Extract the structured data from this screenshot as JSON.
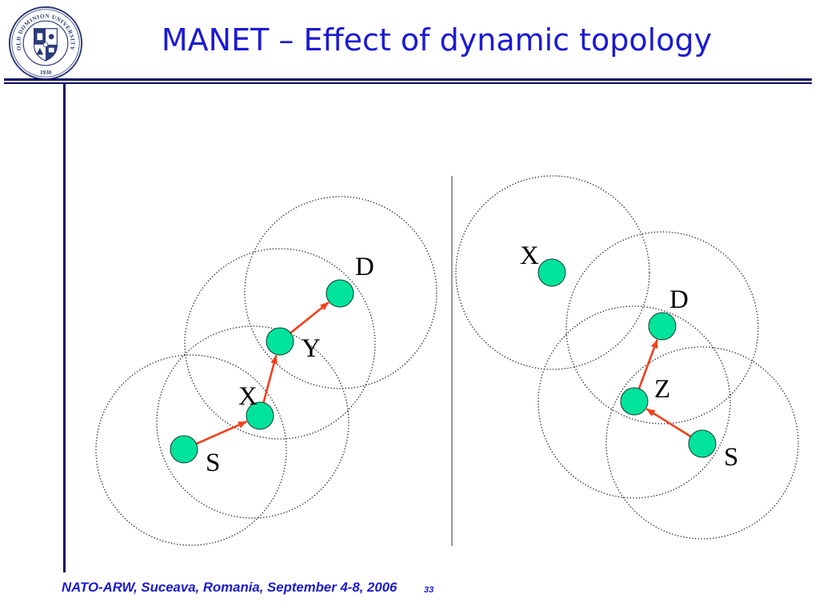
{
  "slide": {
    "title": "MANET – Effect of dynamic topology",
    "footer": "NATO-ARW, Suceava, Romania, September 4-8, 2006",
    "page_number": "33"
  },
  "logo": {
    "icon": "university-seal-icon",
    "name": "OLD DOMINION UNIVERSITY",
    "year": "1930"
  },
  "diagrams": [
    {
      "nodes": [
        "S",
        "X",
        "Y",
        "D"
      ],
      "arrows": [
        [
          0,
          1
        ],
        [
          1,
          2
        ],
        [
          2,
          3
        ]
      ]
    },
    {
      "nodes": [
        "X",
        "D",
        "Z",
        "S"
      ],
      "arrows": [
        [
          3,
          2
        ],
        [
          2,
          1
        ]
      ]
    }
  ],
  "colors": {
    "title": "#1a1ad4",
    "footer": "#1a1ad4",
    "rule": "#0a0a66",
    "node_fill": "#00e39c",
    "arrow": "#f2401a"
  }
}
